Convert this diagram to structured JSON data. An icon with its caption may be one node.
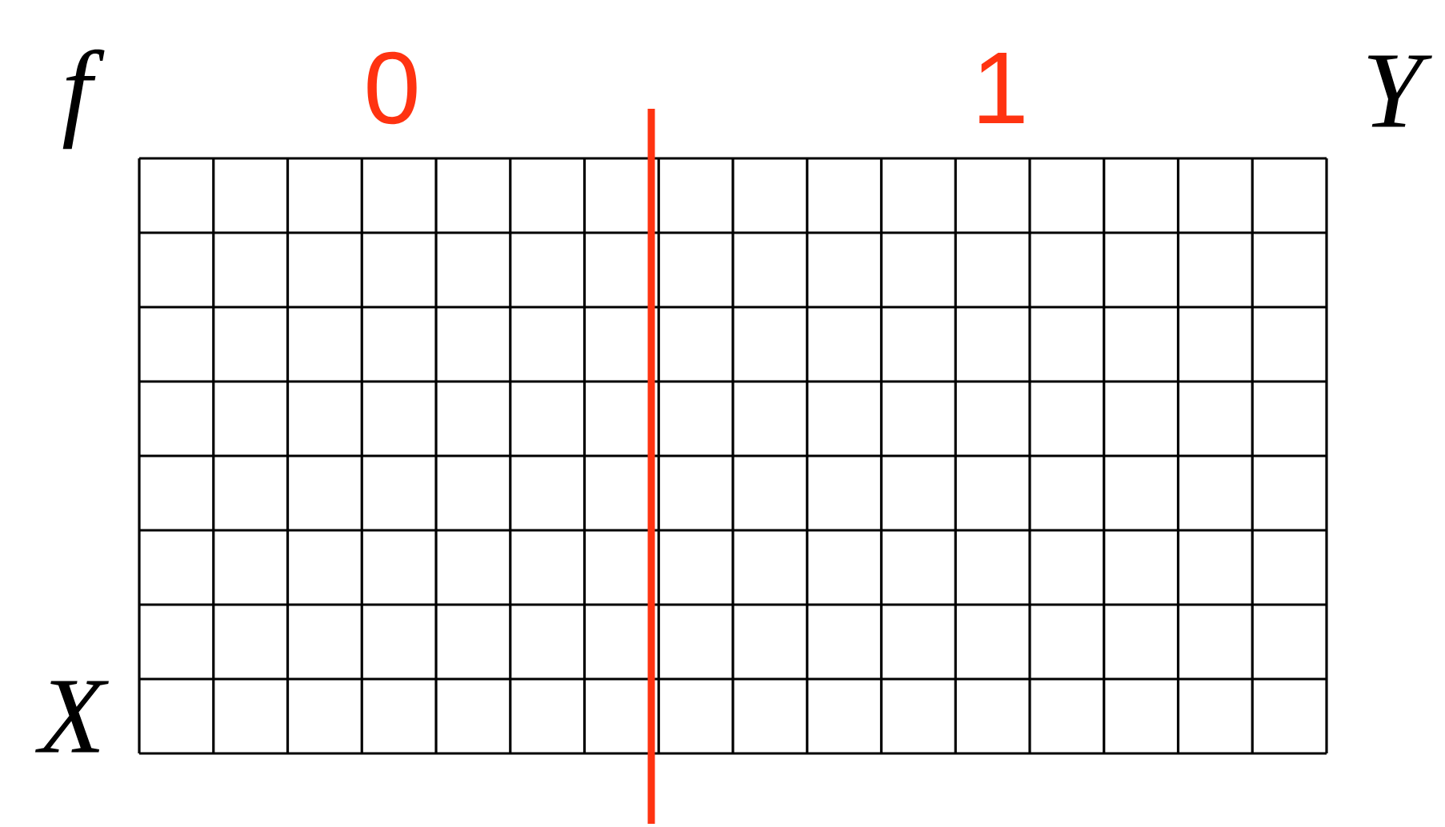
{
  "diagram": {
    "labels": [
      "f",
      "0",
      "1",
      "Y",
      "X"
    ]
  }
}
